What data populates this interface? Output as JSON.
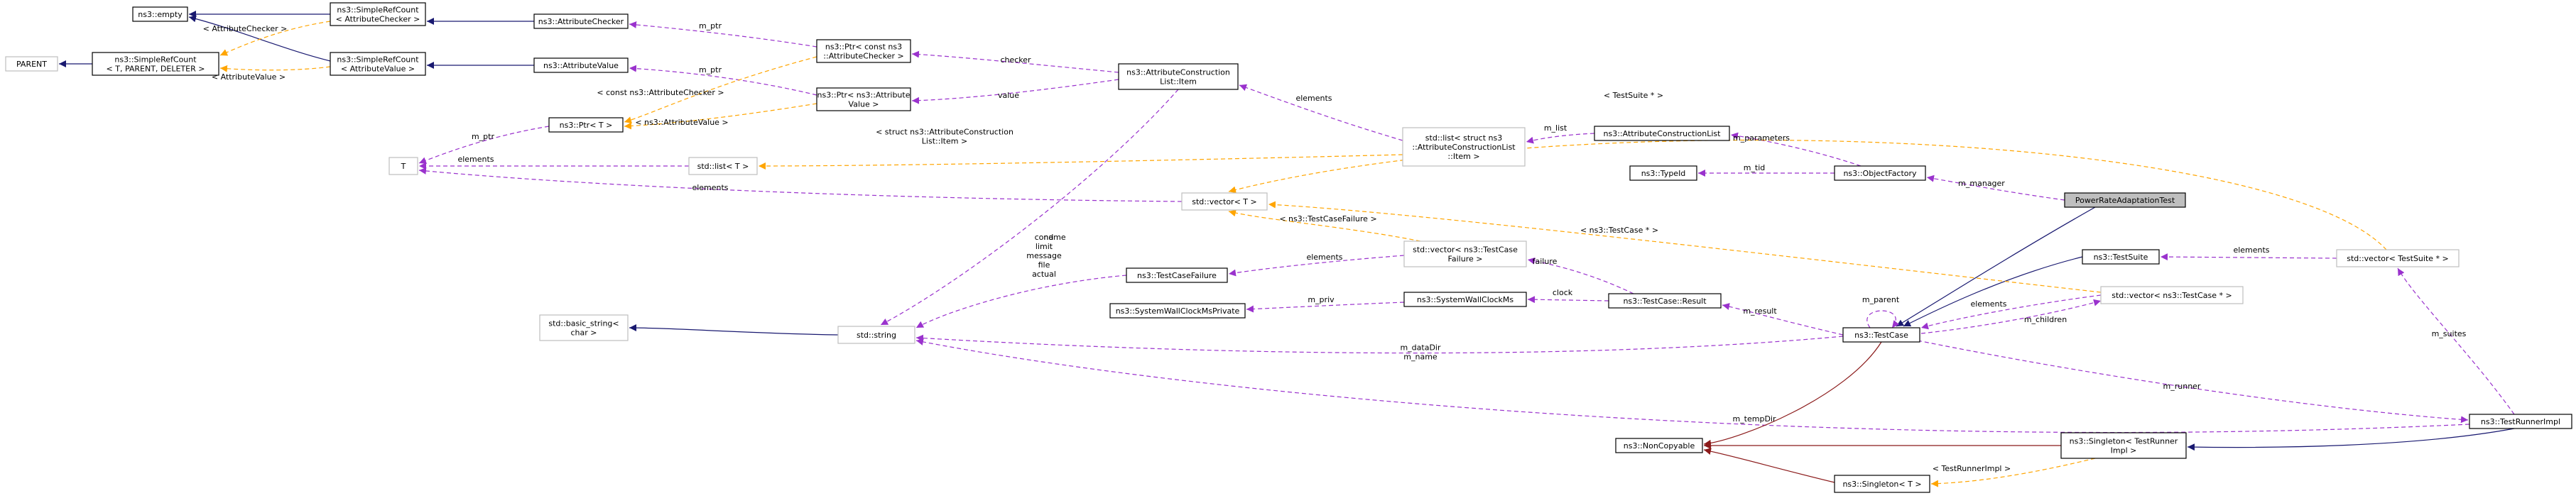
{
  "colors": {
    "inheritance": "#191970",
    "private_inheritance": "#8b1a1a",
    "usage": "#9a32cd",
    "template": "#ffa500",
    "highlight_fill": "#bfbfbf",
    "muted_border": "#bfbfbf"
  },
  "nodes": {
    "empty": {
      "lines": [
        "ns3::empty"
      ]
    },
    "parent": {
      "lines": [
        "PARENT"
      ]
    },
    "simplerefcount_tpd": {
      "lines": [
        "ns3::SimpleRefCount",
        "< T, PARENT, DELETER >"
      ]
    },
    "simplerefcount_ac": {
      "lines": [
        "ns3::SimpleRefCount",
        "< AttributeChecker >"
      ]
    },
    "simplerefcount_av": {
      "lines": [
        "ns3::SimpleRefCount",
        "< AttributeValue >"
      ]
    },
    "attributechecker": {
      "lines": [
        "ns3::AttributeChecker"
      ]
    },
    "attributevalue": {
      "lines": [
        "ns3::AttributeValue"
      ]
    },
    "ptr_const_ac": {
      "lines": [
        "ns3::Ptr< const ns3",
        "::AttributeChecker >"
      ]
    },
    "ptr_av": {
      "lines": [
        "ns3::Ptr< ns3::Attribute",
        "Value >"
      ]
    },
    "ptr_t": {
      "lines": [
        "ns3::Ptr< T >"
      ]
    },
    "t": {
      "lines": [
        "T"
      ]
    },
    "std_list_t": {
      "lines": [
        "std::list< T >"
      ]
    },
    "acl_item": {
      "lines": [
        "ns3::AttributeConstruction",
        "List::Item"
      ]
    },
    "std_list_item": {
      "lines": [
        "std::list< struct ns3",
        "::AttributeConstructionList",
        "::Item >"
      ]
    },
    "attributeconstructionlist": {
      "lines": [
        "ns3::AttributeConstructionList"
      ]
    },
    "typeid": {
      "lines": [
        "ns3::TypeId"
      ]
    },
    "objectfactory": {
      "lines": [
        "ns3::ObjectFactory"
      ]
    },
    "poweratetest": {
      "lines": [
        "PowerRateAdaptationTest"
      ]
    },
    "std_vector_t": {
      "lines": [
        "std::vector< T >"
      ]
    },
    "std_vector_tcf": {
      "lines": [
        "std::vector< ns3::TestCase",
        "Failure >"
      ]
    },
    "testcasefailure": {
      "lines": [
        "ns3::TestCaseFailure"
      ]
    },
    "systemwallclockms": {
      "lines": [
        "ns3::SystemWallClockMs"
      ]
    },
    "systemwallclockmsprivate": {
      "lines": [
        "ns3::SystemWallClockMsPrivate"
      ]
    },
    "testcase_result": {
      "lines": [
        "ns3::TestCase::Result"
      ]
    },
    "testcase": {
      "lines": [
        "ns3::TestCase"
      ]
    },
    "testsuite": {
      "lines": [
        "ns3::TestSuite"
      ]
    },
    "std_vector_tc": {
      "lines": [
        "std::vector< ns3::TestCase * >"
      ]
    },
    "std_vector_ts": {
      "lines": [
        "std::vector< TestSuite * >"
      ]
    },
    "basic_string": {
      "lines": [
        "std::basic_string<",
        "char >"
      ]
    },
    "std_string": {
      "lines": [
        "std::string"
      ]
    },
    "testrunnerimpl": {
      "lines": [
        "ns3::TestRunnerImpl"
      ]
    },
    "noncopyable": {
      "lines": [
        "ns3::NonCopyable"
      ]
    },
    "singleton_tri": {
      "lines": [
        "ns3::Singleton< TestRunner",
        "Impl >"
      ]
    },
    "singleton_t": {
      "lines": [
        "ns3::Singleton< T >"
      ]
    }
  },
  "edge_labels": {
    "ac_tmpl": [
      "< AttributeChecker >"
    ],
    "av_tmpl": [
      "< AttributeValue >"
    ],
    "m_ptr_ac": [
      "m_ptr"
    ],
    "m_ptr_av": [
      "m_ptr"
    ],
    "m_ptr_t": [
      "m_ptr"
    ],
    "checker": [
      "checker"
    ],
    "value": [
      "value"
    ],
    "ptr_const_ac_tmpl": [
      "< const ns3::AttributeChecker >"
    ],
    "ptr_av_tmpl": [
      "< ns3::AttributeValue >"
    ],
    "elements_item": [
      "elements"
    ],
    "elements_t_list": [
      "elements"
    ],
    "elements_t_vec": [
      "elements"
    ],
    "list_item_tmpl": [
      "< struct ns3::AttributeConstruction",
      "List::Item >"
    ],
    "m_list": [
      "m_list"
    ],
    "m_parameters": [
      "m_parameters"
    ],
    "m_tid": [
      "m_tid"
    ],
    "m_manager": [
      "m_manager"
    ],
    "testsuite_ptr_tmpl": [
      "< TestSuite * >"
    ],
    "testcase_ptr_tmpl": [
      "< ns3::TestCase * >"
    ],
    "tcf_tmpl": [
      "< ns3::TestCaseFailure >"
    ],
    "name": [
      "name"
    ],
    "tcf_fields": [
      "cond",
      "limit",
      "message",
      "file",
      "actual"
    ],
    "elements_tcf": [
      "elements"
    ],
    "failure": [
      "failure"
    ],
    "clock": [
      "clock"
    ],
    "m_priv": [
      "m_priv"
    ],
    "m_result": [
      "m_result"
    ],
    "m_parent": [
      "m_parent"
    ],
    "elements_tc": [
      "elements"
    ],
    "m_children": [
      "m_children"
    ],
    "elements_ts": [
      "elements"
    ],
    "m_suites": [
      "m_suites"
    ],
    "m_runner": [
      "m_runner"
    ],
    "m_datadir": [
      "m_dataDir",
      "m_name"
    ],
    "m_tempdir": [
      "m_tempDir"
    ],
    "testrunnerimpl_tmpl": [
      "< TestRunnerImpl >"
    ]
  }
}
